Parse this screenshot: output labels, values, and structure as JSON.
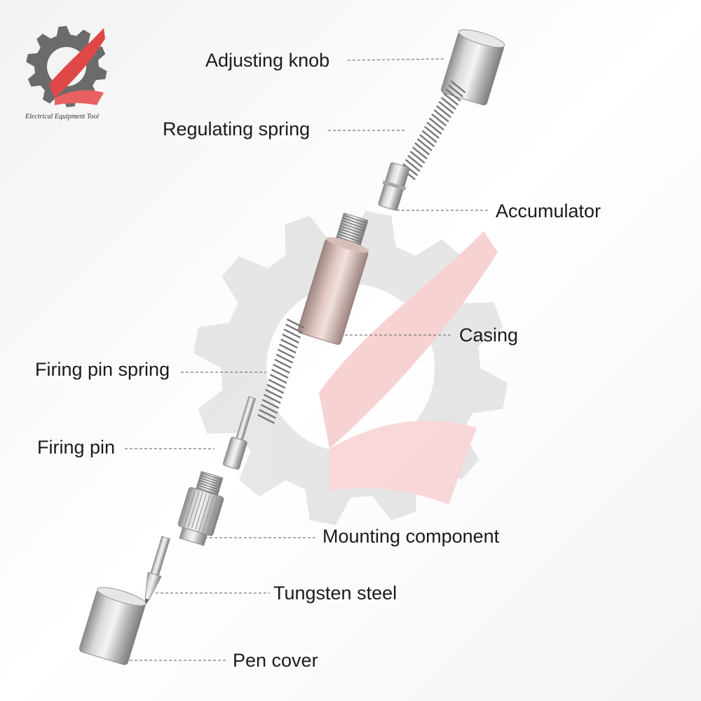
{
  "brand": {
    "text": "Electrical Equipment Tool",
    "logo_icon": "gear-bolt-logo-icon",
    "colors": {
      "gear": "#6b6b6b",
      "accent": "#e04848"
    }
  },
  "watermark_icon": "gear-bolt-watermark-icon",
  "labels": {
    "adjusting_knob": "Adjusting knob",
    "regulating_spring": "Regulating spring",
    "accumulator": "Accumulator",
    "casing": "Casing",
    "firing_pin_spring": "Firing pin spring",
    "firing_pin": "Firing pin",
    "mounting_component": "Mounting component",
    "tungsten_steel": "Tungsten steel",
    "pen_cover": "Pen cover"
  },
  "colors": {
    "label_text": "#1b1b1b",
    "leader_line": "#7a7a7a",
    "metal_silver": "#b8b8b8",
    "casing_rose": "#c9a9a4"
  }
}
